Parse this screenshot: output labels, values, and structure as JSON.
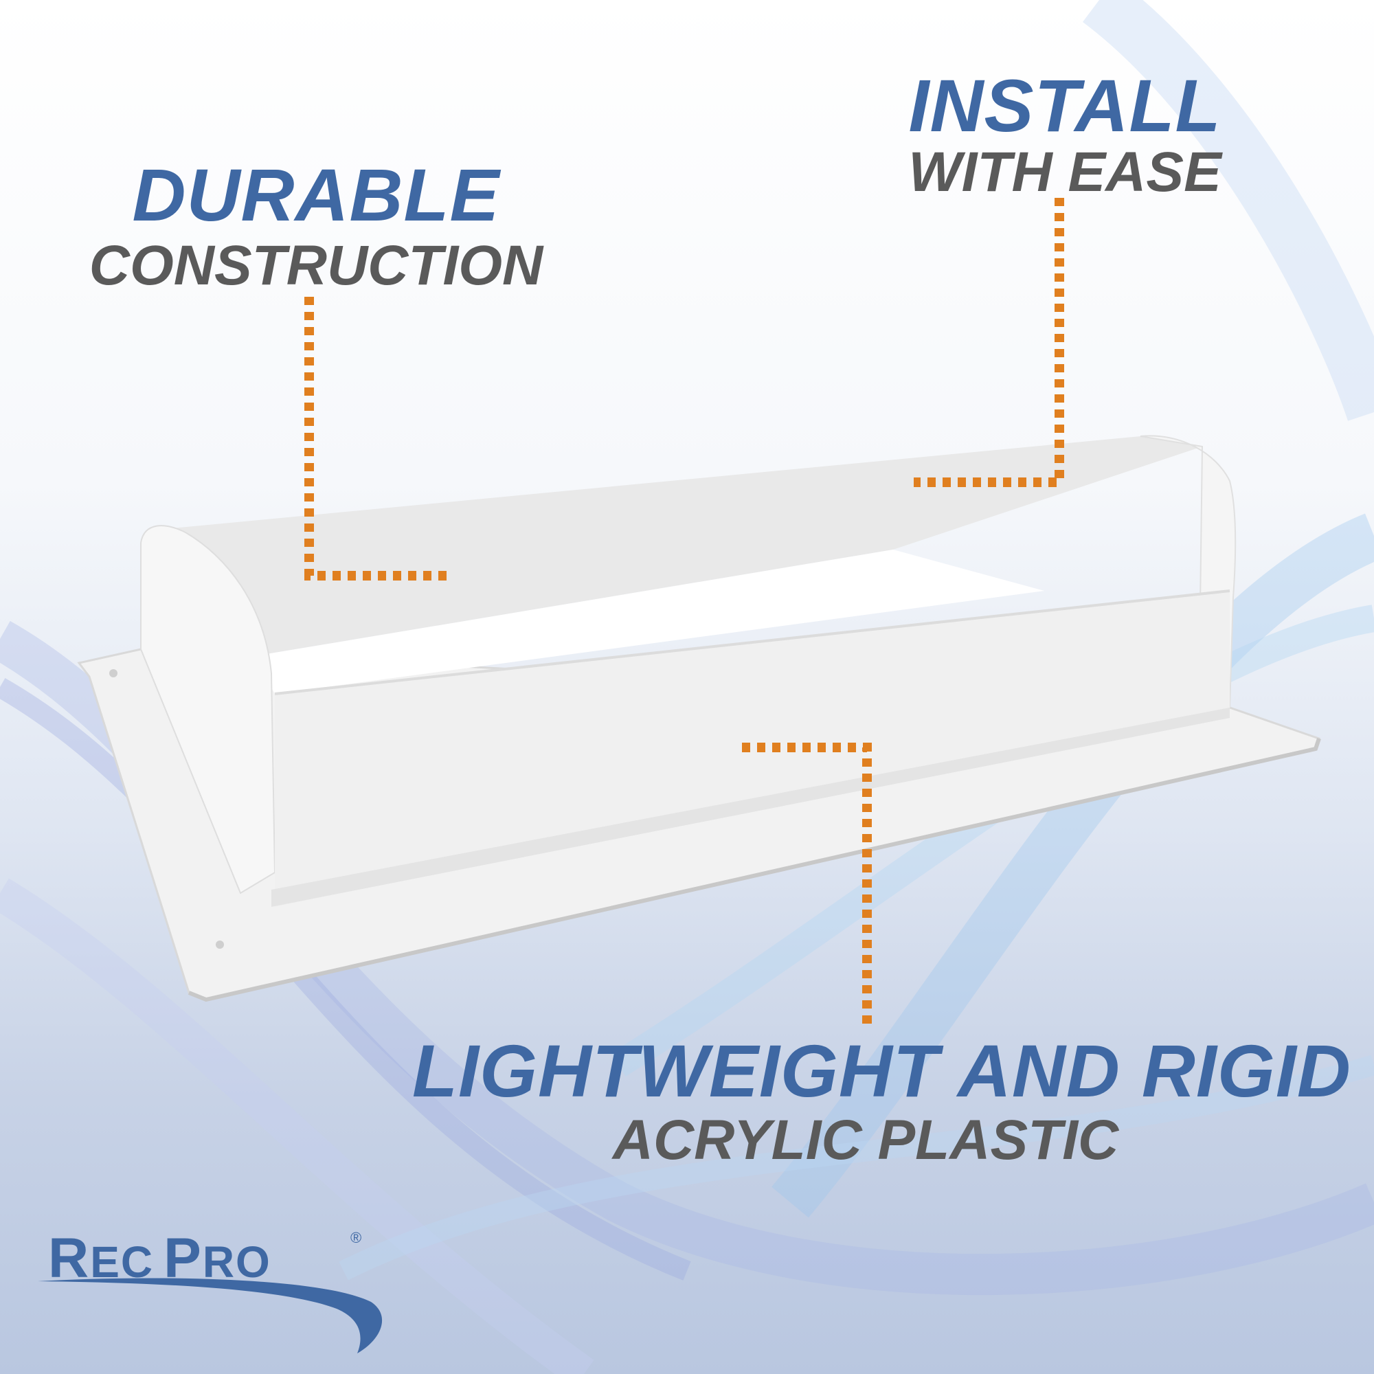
{
  "brand": {
    "name_first_initial": "R",
    "name_first_rest": "EC",
    "name_second_initial": "P",
    "name_second_rest": "RO",
    "registered_mark": "®"
  },
  "callouts": {
    "durable": {
      "headline": "DURABLE",
      "subline": "CONSTRUCTION"
    },
    "install": {
      "headline": "INSTALL",
      "subline": "WITH EASE"
    },
    "lightweight": {
      "headline": "LIGHTWEIGHT AND RIGID",
      "subline": "ACRYLIC PLASTIC"
    }
  },
  "colors": {
    "headline_blue": "#3f68a3",
    "subline_gray": "#5a5a5a",
    "callout_orange": "#e07f1f",
    "product_white": "#f4f4f4"
  }
}
